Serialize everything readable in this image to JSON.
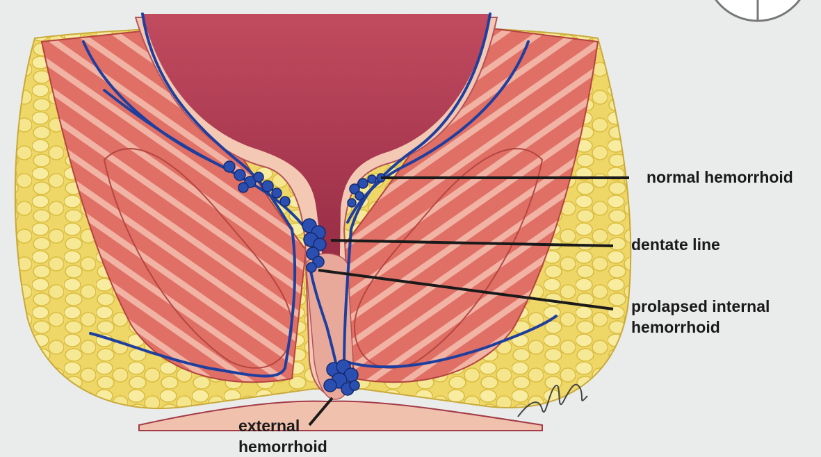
{
  "labels": {
    "normal_hemorrhoid": "normal hemorrhoid",
    "dentate_line": "dentate line",
    "prolapsed_internal": [
      "prolapsed internal",
      "hemorrhoid"
    ],
    "external_hemorrhoid": [
      "external",
      "hemorrhoid"
    ]
  },
  "colors": {
    "background": "#e9ecea",
    "fat": "#f2e27a",
    "muscle": "#e5786c",
    "mucosa": "#f3c9b4",
    "lumen": "#a3304a",
    "veins": "#1f3f9e",
    "leader_lines": "#1a1a1a"
  }
}
